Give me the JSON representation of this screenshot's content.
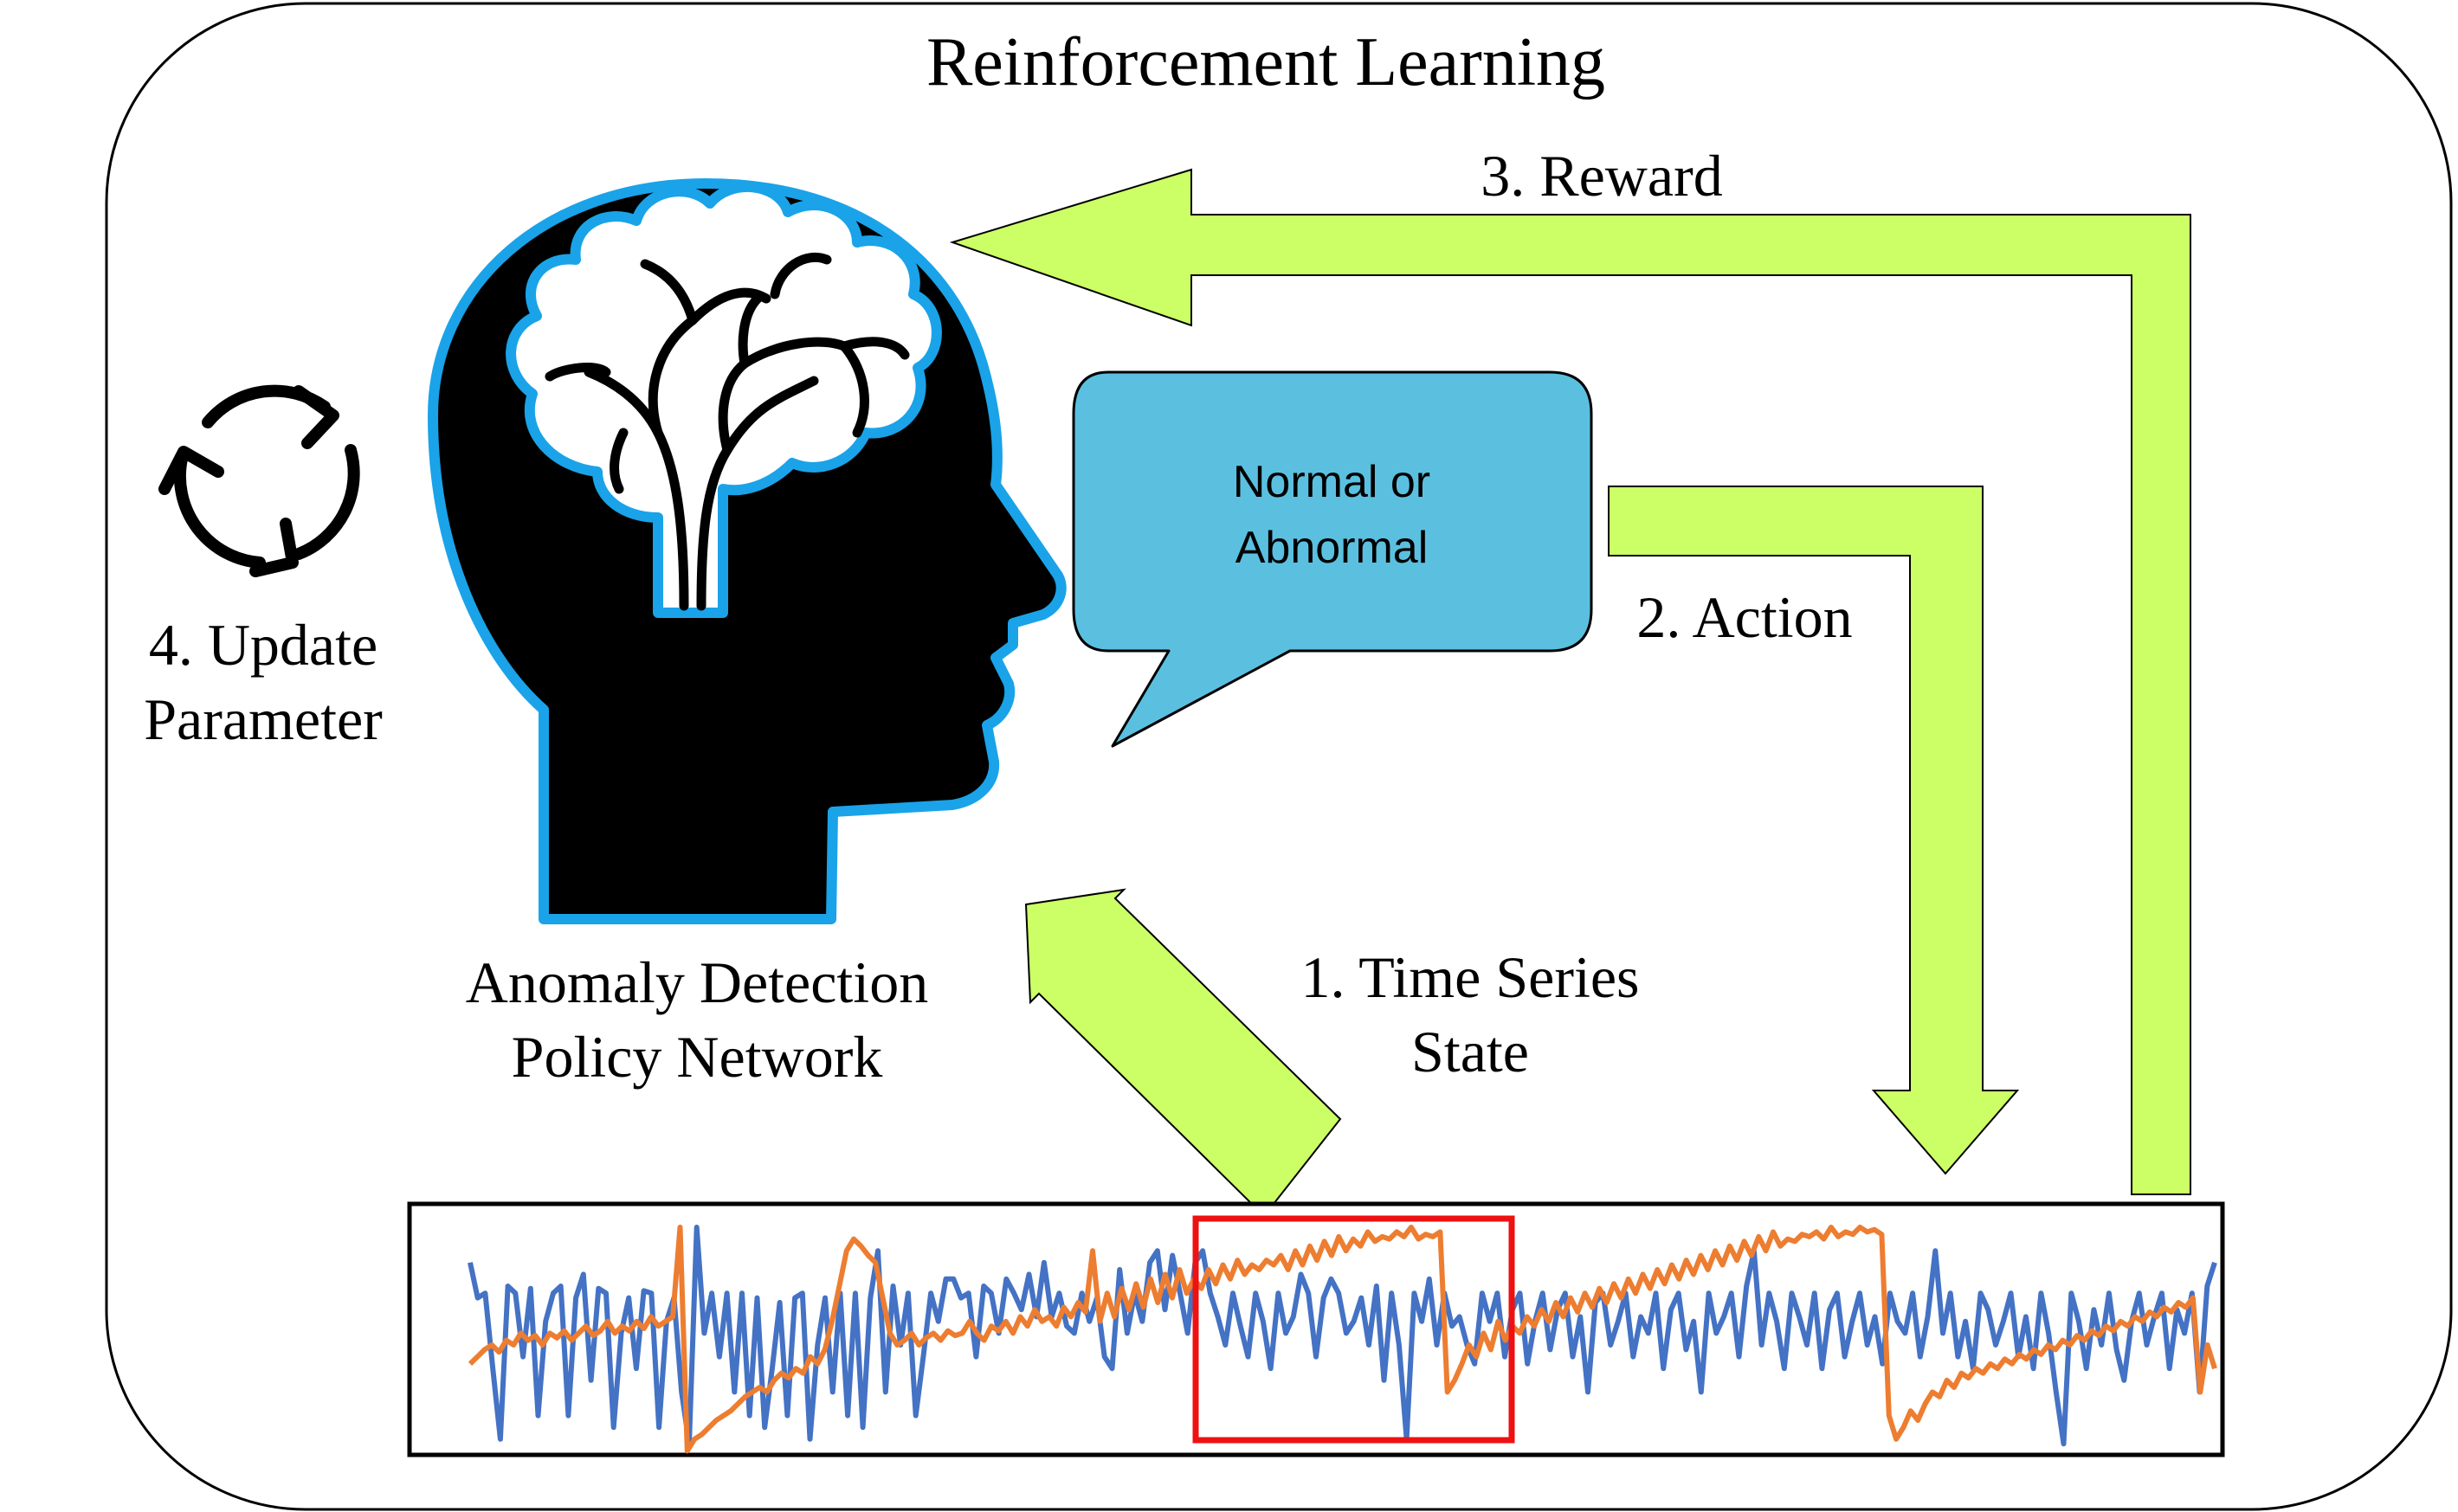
{
  "title": "Reinforcement Learning",
  "agent": {
    "label_line1": "Anomaly Detection",
    "label_line2": "Policy Network"
  },
  "speech_bubble": {
    "line1": "Normal or",
    "line2": "Abnormal"
  },
  "steps": {
    "state_line1": "1. Time Series",
    "state_line2": "State",
    "action": "2. Action",
    "reward": "3. Reward",
    "update_line1": "4. Update",
    "update_line2": "Parameter"
  },
  "colors": {
    "arrow_fill": "#ccff66",
    "head_fill": "#000000",
    "head_outline": "#1aa3e8",
    "bubble_fill": "#5bc0e0",
    "series_blue": "#4472c4",
    "series_orange": "#ed7d31",
    "window_box": "#ee1111"
  },
  "icons": {
    "cycle": "refresh-cycle-icon",
    "head": "brain-head-icon"
  },
  "chart_data": {
    "type": "line",
    "series": [
      {
        "values": [
          0.85,
          0.7,
          0.72,
          0.4,
          0.1,
          0.75,
          0.72,
          0.45,
          0.74,
          0.2,
          0.6,
          0.72,
          0.75,
          0.2,
          0.7,
          0.8,
          0.35,
          0.74,
          0.72,
          0.15,
          0.55,
          0.7,
          0.4,
          0.73,
          0.72,
          0.15,
          0.6,
          0.7,
          0.3,
          0.08,
          1.0,
          0.55,
          0.72,
          0.45,
          0.72,
          0.3,
          0.72,
          0.2,
          0.7,
          0.15,
          0.4,
          0.68,
          0.2,
          0.7,
          0.72,
          0.1,
          0.5,
          0.7,
          0.3,
          0.72,
          0.2,
          0.72,
          0.15,
          0.7,
          0.9,
          0.3,
          0.75,
          0.5,
          0.72,
          0.2,
          0.45,
          0.72,
          0.6,
          0.78,
          0.78,
          0.7,
          0.72,
          0.45,
          0.75,
          0.72,
          0.55,
          0.78,
          0.72,
          0.65,
          0.8,
          0.62,
          0.85,
          0.62,
          0.72,
          0.58,
          0.55,
          0.72,
          0.6,
          0.7,
          0.45,
          0.4,
          0.82,
          0.55,
          0.72,
          0.6,
          0.85,
          0.9,
          0.65,
          0.88,
          0.72,
          0.55,
          0.85,
          0.9,
          0.72,
          0.62,
          0.5,
          0.72,
          0.58,
          0.45,
          0.72,
          0.6,
          0.4,
          0.72,
          0.55,
          0.62,
          0.8,
          0.72,
          0.45,
          0.7,
          0.78,
          0.72,
          0.55,
          0.6,
          0.7,
          0.5,
          0.75,
          0.35,
          0.72,
          0.5,
          0.1,
          0.72,
          0.6,
          0.78,
          0.5,
          0.72,
          0.58,
          0.62,
          0.5,
          0.42,
          0.72,
          0.6,
          0.72,
          0.45,
          0.65,
          0.72,
          0.42,
          0.6,
          0.72,
          0.48,
          0.65,
          0.72,
          0.45,
          0.62,
          0.3,
          0.68,
          0.72,
          0.5,
          0.6,
          0.72,
          0.45,
          0.62,
          0.55,
          0.72,
          0.4,
          0.65,
          0.72,
          0.48,
          0.6,
          0.3,
          0.72,
          0.55,
          0.62,
          0.72,
          0.45,
          0.75,
          0.9,
          0.5,
          0.72,
          0.6,
          0.4,
          0.72,
          0.62,
          0.5,
          0.72,
          0.4,
          0.65,
          0.72,
          0.45,
          0.6,
          0.72,
          0.5,
          0.62,
          0.42,
          0.72,
          0.6,
          0.55,
          0.72,
          0.45,
          0.62,
          0.9,
          0.55,
          0.72,
          0.45,
          0.6,
          0.4,
          0.72,
          0.65,
          0.5,
          0.6,
          0.72,
          0.45,
          0.62,
          0.4,
          0.72,
          0.55,
          0.3,
          0.08,
          0.72,
          0.6,
          0.4,
          0.65,
          0.5,
          0.72,
          0.48,
          0.35,
          0.6,
          0.72,
          0.5,
          0.62,
          0.72,
          0.4,
          0.65,
          0.55,
          0.72,
          0.3,
          0.75,
          0.85
        ]
      },
      {
        "values": [
          0.42,
          0.45,
          0.48,
          0.5,
          0.47,
          0.52,
          0.5,
          0.55,
          0.52,
          0.54,
          0.5,
          0.55,
          0.53,
          0.56,
          0.52,
          0.55,
          0.58,
          0.54,
          0.56,
          0.6,
          0.55,
          0.58,
          0.56,
          0.6,
          0.57,
          0.62,
          0.58,
          0.6,
          0.62,
          1.0,
          0.05,
          0.1,
          0.12,
          0.15,
          0.18,
          0.2,
          0.22,
          0.25,
          0.28,
          0.3,
          0.32,
          0.3,
          0.35,
          0.38,
          0.36,
          0.4,
          0.38,
          0.45,
          0.42,
          0.48,
          0.6,
          0.75,
          0.9,
          0.95,
          0.92,
          0.88,
          0.85,
          0.7,
          0.55,
          0.5,
          0.52,
          0.55,
          0.5,
          0.53,
          0.55,
          0.52,
          0.56,
          0.54,
          0.55,
          0.6,
          0.55,
          0.52,
          0.58,
          0.56,
          0.6,
          0.55,
          0.62,
          0.58,
          0.65,
          0.6,
          0.62,
          0.58,
          0.66,
          0.62,
          0.68,
          0.64,
          0.9,
          0.6,
          0.72,
          0.62,
          0.74,
          0.65,
          0.76,
          0.66,
          0.78,
          0.68,
          0.8,
          0.7,
          0.82,
          0.72,
          0.78,
          0.74,
          0.82,
          0.76,
          0.84,
          0.78,
          0.86,
          0.8,
          0.84,
          0.82,
          0.86,
          0.84,
          0.88,
          0.82,
          0.9,
          0.84,
          0.92,
          0.86,
          0.94,
          0.88,
          0.96,
          0.9,
          0.95,
          0.92,
          0.98,
          0.94,
          0.96,
          0.95,
          0.98,
          0.96,
          1.0,
          0.95,
          0.97,
          0.96,
          0.98,
          0.3,
          0.35,
          0.42,
          0.5,
          0.45,
          0.55,
          0.48,
          0.6,
          0.52,
          0.58,
          0.55,
          0.62,
          0.58,
          0.65,
          0.6,
          0.68,
          0.62,
          0.7,
          0.64,
          0.72,
          0.66,
          0.74,
          0.68,
          0.76,
          0.7,
          0.78,
          0.72,
          0.8,
          0.74,
          0.82,
          0.76,
          0.84,
          0.78,
          0.86,
          0.8,
          0.88,
          0.82,
          0.9,
          0.84,
          0.92,
          0.86,
          0.94,
          0.88,
          0.96,
          0.9,
          0.98,
          0.92,
          0.95,
          0.94,
          0.97,
          0.96,
          0.98,
          0.95,
          1.0,
          0.96,
          0.98,
          0.97,
          1.0,
          0.98,
          0.99,
          0.97,
          0.2,
          0.1,
          0.15,
          0.22,
          0.18,
          0.25,
          0.3,
          0.28,
          0.35,
          0.32,
          0.38,
          0.36,
          0.4,
          0.38,
          0.42,
          0.4,
          0.44,
          0.42,
          0.46,
          0.44,
          0.48,
          0.46,
          0.5,
          0.48,
          0.52,
          0.5,
          0.54,
          0.52,
          0.56,
          0.54,
          0.58,
          0.56,
          0.6,
          0.58,
          0.62,
          0.6,
          0.64,
          0.62,
          0.66,
          0.64,
          0.68,
          0.66,
          0.7,
          0.3,
          0.5,
          0.4
        ]
      }
    ]
  }
}
